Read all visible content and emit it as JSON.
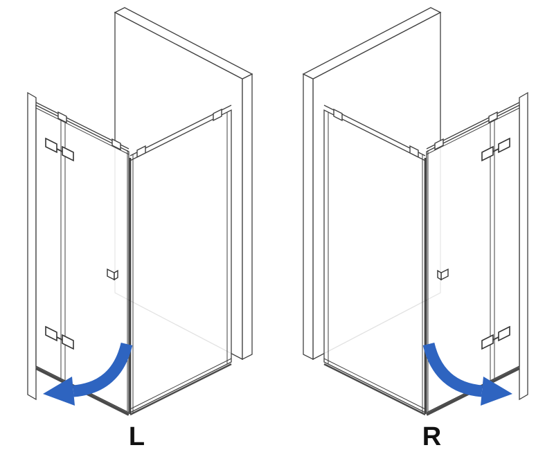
{
  "page": {
    "background": "#ffffff"
  },
  "diagram": {
    "description": "Two isometric line drawings of a corner shower enclosure showing door swing variants",
    "figures": [
      {
        "label": "L",
        "door_hinge_side": "left",
        "swing_direction": "opens-out-to-left"
      },
      {
        "label": "R",
        "door_hinge_side": "right",
        "swing_direction": "opens-out-to-right"
      }
    ],
    "colors": {
      "arrow": "#2e64c0",
      "line": "#3f3f3f",
      "threshold": "#4a4a4a"
    }
  }
}
